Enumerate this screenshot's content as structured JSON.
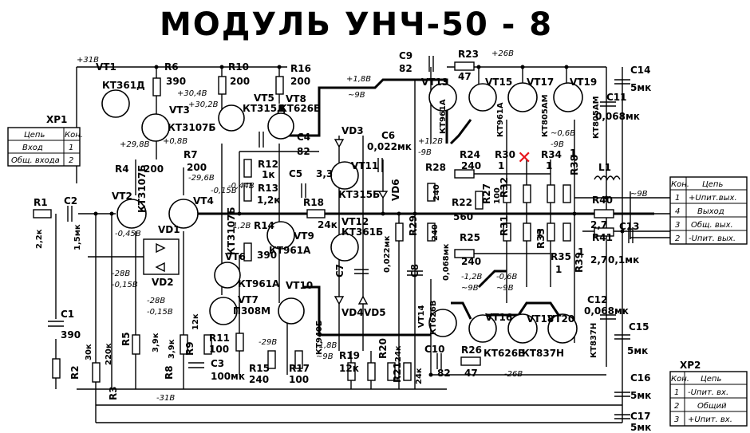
{
  "title": "МОДУЛЬ УНЧ-50 - 8",
  "connectors": {
    "xp1": {
      "name": "XP1",
      "header": [
        "Цепь",
        "Кон."
      ],
      "rows": [
        {
          "signal": "Вход",
          "pin": "1"
        },
        {
          "signal": "Общ. входа",
          "pin": "2"
        }
      ]
    },
    "output": {
      "header": [
        "Кон.",
        "Цепь"
      ],
      "rows": [
        {
          "pin": "1",
          "signal": "+Uпит.вых."
        },
        {
          "pin": "4",
          "signal": "Выход"
        },
        {
          "pin": "3",
          "signal": "Общ. вых."
        },
        {
          "pin": "2",
          "signal": "-Uпит. вых."
        }
      ]
    },
    "xp2": {
      "name": "XP2",
      "header": [
        "Кон.",
        "Цепь"
      ],
      "rows": [
        {
          "pin": "1",
          "signal": "-Uпит. вх."
        },
        {
          "pin": "2",
          "signal": "Общий"
        },
        {
          "pin": "3",
          "signal": "+Uпит. вх."
        }
      ]
    }
  },
  "transistors": [
    {
      "ref": "VT1",
      "type": "КТ361Д"
    },
    {
      "ref": "VT2",
      "type": "КТ3107Б"
    },
    {
      "ref": "VT3",
      "type": "КТ3107Б"
    },
    {
      "ref": "VT4",
      "type": "КТ3107Б"
    },
    {
      "ref": "VT5",
      "type": "КТ315Д"
    },
    {
      "ref": "VT6",
      "type": "КТ961А"
    },
    {
      "ref": "VT7",
      "type": "П308М"
    },
    {
      "ref": "VT8",
      "type": "КТ626В"
    },
    {
      "ref": "VT9",
      "type": "КТ961А"
    },
    {
      "ref": "VT10",
      "type": "КТ940Б"
    },
    {
      "ref": "VT11",
      "type": "КТ315Б"
    },
    {
      "ref": "VT12",
      "type": "КТ361Б"
    },
    {
      "ref": "VT13",
      "type": "КТ961А"
    },
    {
      "ref": "VT14",
      "type": "КТ626В"
    },
    {
      "ref": "VT15",
      "type": "КТ961А"
    },
    {
      "ref": "VT16",
      "type": "КТ626В"
    },
    {
      "ref": "VT17",
      "type": "КТ805АМ"
    },
    {
      "ref": "VT18",
      "type": "КТ837Н"
    },
    {
      "ref": "VT19",
      "type": "КТ805АМ"
    },
    {
      "ref": "VT20",
      "type": "КТ837Н"
    }
  ],
  "resistors": [
    {
      "ref": "R1",
      "value": "2,2к"
    },
    {
      "ref": "R2",
      "value": "30к"
    },
    {
      "ref": "R3",
      "value": "220к"
    },
    {
      "ref": "R4",
      "value": "200"
    },
    {
      "ref": "R5",
      "value": "3,9к"
    },
    {
      "ref": "R6",
      "value": "390"
    },
    {
      "ref": "R7",
      "value": "200"
    },
    {
      "ref": "R8",
      "value": "3,9к"
    },
    {
      "ref": "R9",
      "value": "12к"
    },
    {
      "ref": "R10",
      "value": "200"
    },
    {
      "ref": "R11",
      "value": "100"
    },
    {
      "ref": "R12",
      "value": "1к"
    },
    {
      "ref": "R13",
      "value": "1,2к"
    },
    {
      "ref": "R14",
      "value": "390"
    },
    {
      "ref": "R15",
      "value": "240"
    },
    {
      "ref": "R16",
      "value": "200"
    },
    {
      "ref": "R17",
      "value": "100"
    },
    {
      "ref": "R18",
      "value": "24к"
    },
    {
      "ref": "R19",
      "value": "12к"
    },
    {
      "ref": "R20",
      "value": "24к"
    },
    {
      "ref": "R21",
      "value": "24к"
    },
    {
      "ref": "R22",
      "value": "560"
    },
    {
      "ref": "R23",
      "value": "47"
    },
    {
      "ref": "R24",
      "value": "240"
    },
    {
      "ref": "R25",
      "value": "240"
    },
    {
      "ref": "R26",
      "value": "47"
    },
    {
      "ref": "R27",
      "value": "100"
    },
    {
      "ref": "R28",
      "value": "240"
    },
    {
      "ref": "R29",
      "value": ""
    },
    {
      "ref": "R30",
      "value": "1"
    },
    {
      "ref": "R31",
      "value": ""
    },
    {
      "ref": "R32",
      "value": ""
    },
    {
      "ref": "R33",
      "value": "1"
    },
    {
      "ref": "R34",
      "value": "1"
    },
    {
      "ref": "R35",
      "value": "1"
    },
    {
      "ref": "R38",
      "value": "1"
    },
    {
      "ref": "R39",
      "value": "1"
    },
    {
      "ref": "R40",
      "value": "2,7"
    },
    {
      "ref": "R41",
      "value": "2,7"
    }
  ],
  "capacitors": [
    {
      "ref": "C1",
      "value": "390"
    },
    {
      "ref": "C2",
      "value": "1,5мк"
    },
    {
      "ref": "C3",
      "value": "100мк"
    },
    {
      "ref": "C4",
      "value": "82"
    },
    {
      "ref": "C5",
      "value": "3,3"
    },
    {
      "ref": "C6",
      "value": "0,022мк"
    },
    {
      "ref": "C7",
      "value": "0,022мк"
    },
    {
      "ref": "C8",
      "value": "0,068мк"
    },
    {
      "ref": "C9",
      "value": "82"
    },
    {
      "ref": "C10",
      "value": "82"
    },
    {
      "ref": "C11",
      "value": "0,068мк"
    },
    {
      "ref": "C12",
      "value": "0,068мк"
    },
    {
      "ref": "C13",
      "value": "0,1мк"
    },
    {
      "ref": "C14",
      "value": "5мк"
    },
    {
      "ref": "C15",
      "value": "5мк"
    },
    {
      "ref": "C16",
      "value": "5мк"
    },
    {
      "ref": "C17",
      "value": "5мк"
    }
  ],
  "diodes": [
    "VD1",
    "VD2",
    "VD3",
    "VD4",
    "VD5",
    "VD6"
  ],
  "inductor": {
    "ref": "L1"
  },
  "voltages": [
    "+31В",
    "+30,4В",
    "+30,2В",
    "+29,8В",
    "+0,8В",
    "-29,6В",
    "-0,15В",
    "-0,44В",
    "-1,2В",
    "-0,45В",
    "-28В",
    "-0,15В",
    "-28В",
    "-0,15В",
    "-29В",
    "-31В",
    "+1,8В",
    "~9В",
    "+1,2В",
    "-9В",
    "+26В",
    "~0,6В",
    "-9В",
    "~9В",
    "-1,8В",
    "~9В",
    "-1,2В",
    "~9В",
    "-0,6В",
    "~9В",
    "-26В"
  ],
  "marker": {
    "symbol": "✕",
    "color": "#e8141b"
  }
}
